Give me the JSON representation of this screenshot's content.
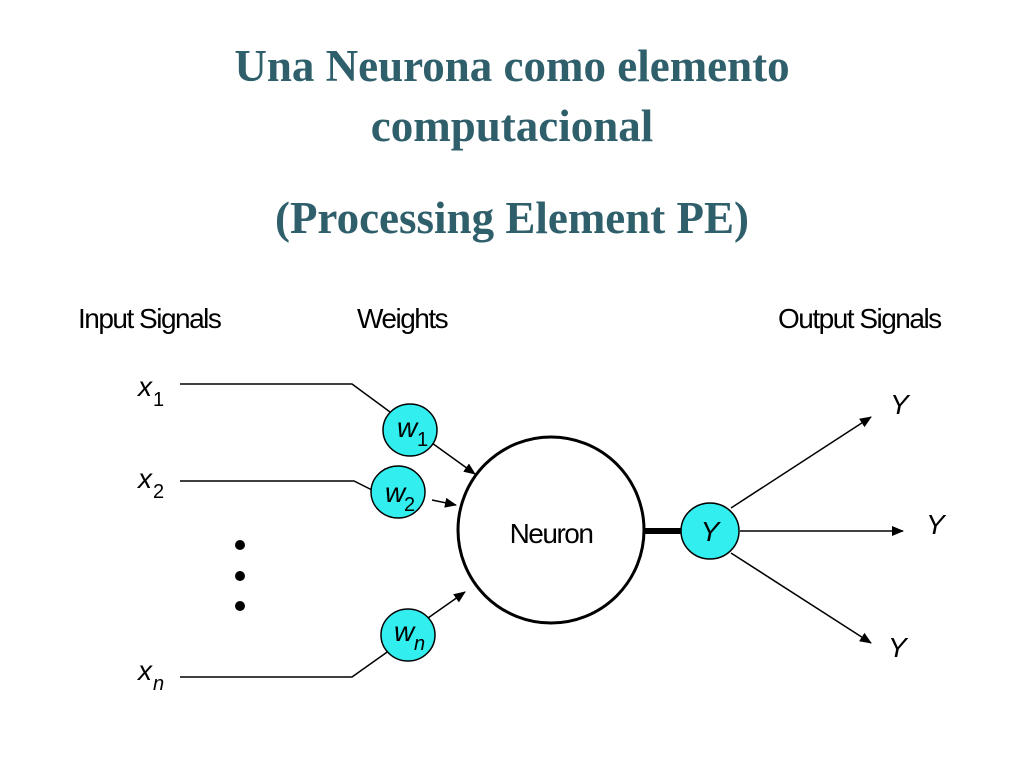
{
  "title": {
    "line1": "Una Neurona como elemento",
    "line2": "computacional",
    "line3": "(Processing Element PE)",
    "color": "#2f5f6b"
  },
  "headers": {
    "input": "Input Signals",
    "weights": "Weights",
    "output": "Output Signals"
  },
  "inputs": [
    {
      "symbol": "x",
      "sub": "1"
    },
    {
      "symbol": "x",
      "sub": "2"
    },
    {
      "symbol": "x",
      "sub": "n"
    }
  ],
  "weights": [
    {
      "symbol": "w",
      "sub": "1"
    },
    {
      "symbol": "w",
      "sub": "2"
    },
    {
      "symbol": "w",
      "sub": "n"
    }
  ],
  "neuron": {
    "label": "Neuron"
  },
  "output_node": {
    "label": "Y"
  },
  "outputs": [
    "Y",
    "Y",
    "Y"
  ],
  "colors": {
    "node_fill": "#33eeee",
    "stroke": "#000000"
  }
}
